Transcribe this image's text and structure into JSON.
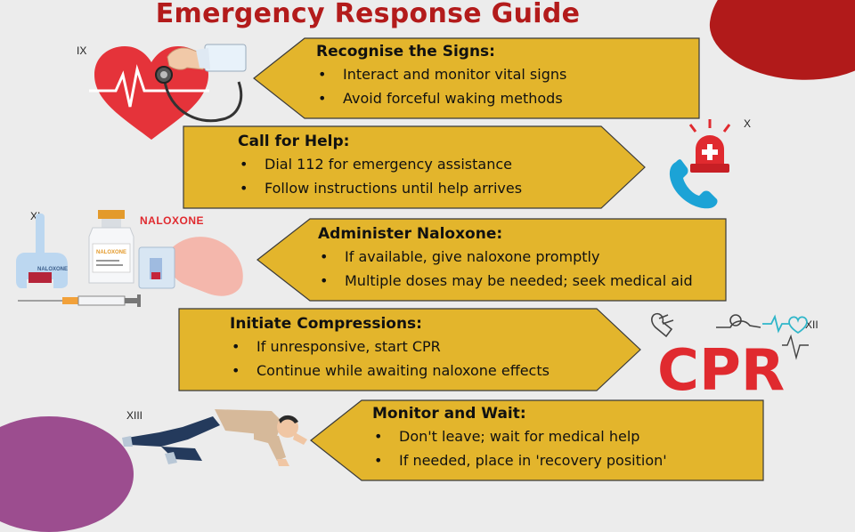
{
  "title": "Emergency Response Guide",
  "steps": [
    {
      "heading": "Recognise the Signs:",
      "bullets": [
        "Interact and monitor vital signs",
        "Avoid forceful waking methods"
      ]
    },
    {
      "heading": "Call for Help:",
      "bullets": [
        "Dial 112 for emergency assistance",
        "Follow instructions until help arrives"
      ]
    },
    {
      "heading": "Administer Naloxone:",
      "bullets": [
        "If available, give naloxone promptly",
        "Multiple doses may be needed; seek medical aid"
      ]
    },
    {
      "heading": "Initiate Compressions:",
      "bullets": [
        "If unresponsive, start CPR",
        "Continue while awaiting naloxone effects"
      ]
    },
    {
      "heading": "Monitor and Wait:",
      "bullets": [
        "Don't leave; wait for medical help",
        "If needed, place in 'recovery position'"
      ]
    }
  ],
  "image_labels": {
    "heart": "IX",
    "phone": "X",
    "naloxone": "XI",
    "cpr": "XII",
    "recovery": "XIII"
  },
  "naloxone_label": "NALOXONE",
  "naloxone_device_label": "NALOXONE",
  "naloxone_vial_label": "NALOXONE",
  "cpr_text": "CPR",
  "colors": {
    "card_fill": "#e3b52c",
    "title": "#b31b1b",
    "accent_red": "#e02a2f",
    "blob_red": "#b11a1a",
    "blob_purple": "#9c4d8f"
  },
  "icons": [
    "heart-stethoscope-icon",
    "emergency-phone-siren-icon",
    "naloxone-kit-icon",
    "cpr-icon",
    "recovery-position-icon"
  ]
}
